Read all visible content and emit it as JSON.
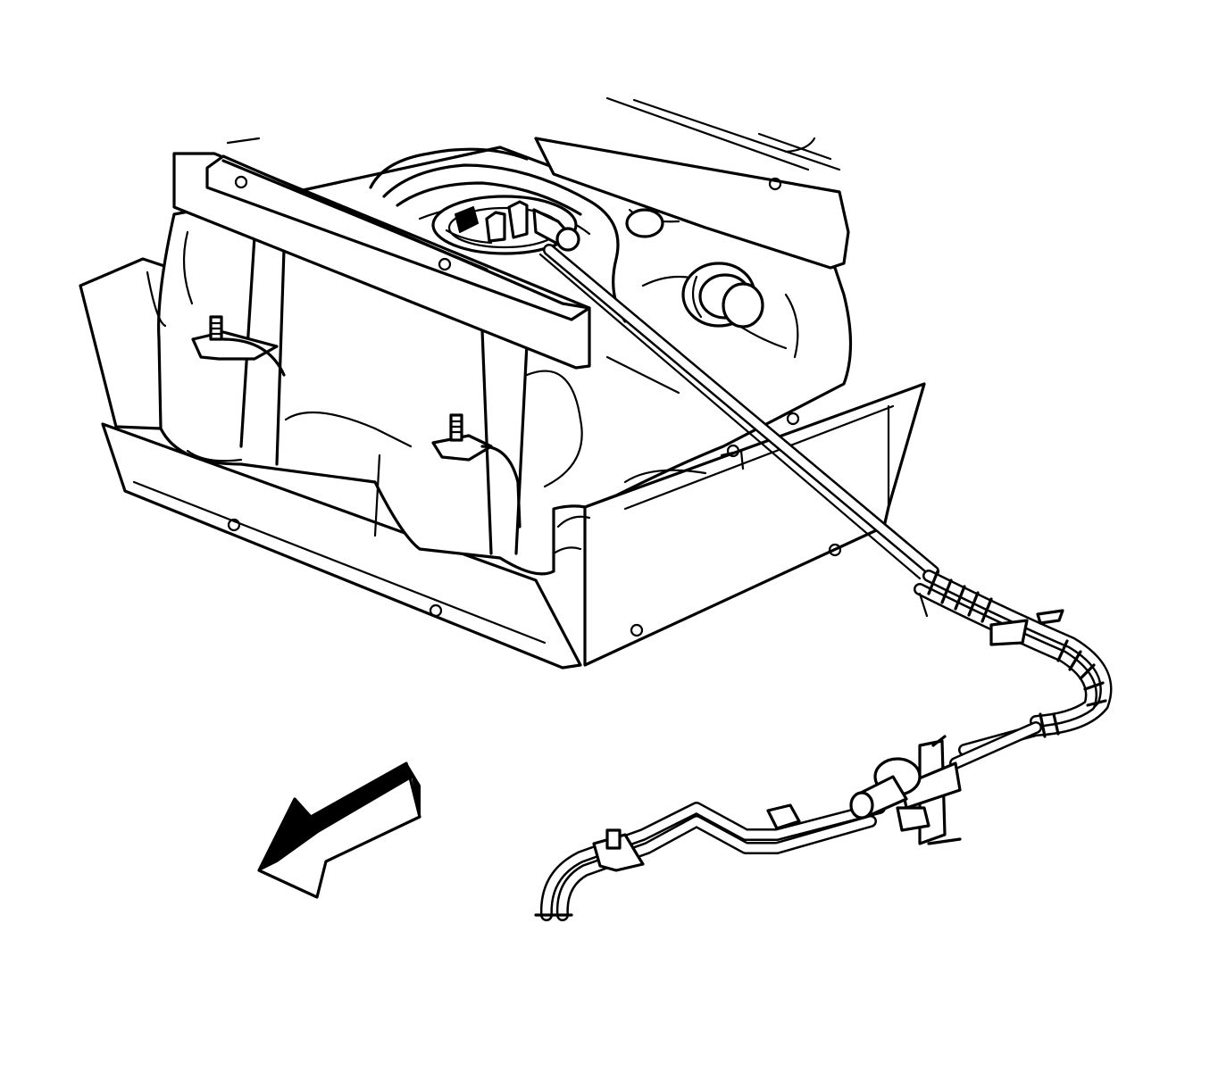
{
  "figure": {
    "background_color": "#ffffff",
    "line_color": "#000000"
  },
  "components": [
    {
      "id": "fuel-tank",
      "icon": "fuel-tank-icon"
    },
    {
      "id": "fuel-tank-shield",
      "icon": "shield-plate-icon"
    },
    {
      "id": "frame-crossmember",
      "icon": "crossmember-icon"
    },
    {
      "id": "fuel-sender-module",
      "icon": "fuel-sender-icon"
    },
    {
      "id": "filler-neck",
      "icon": "filler-neck-icon"
    },
    {
      "id": "mounting-studs",
      "icon": "stud-icon"
    },
    {
      "id": "fuel-lines",
      "icon": "fuel-line-icon"
    },
    {
      "id": "fuel-filter",
      "icon": "fuel-filter-icon"
    },
    {
      "id": "line-bracket",
      "icon": "bracket-icon"
    },
    {
      "id": "direction-arrow",
      "icon": "front-direction-arrow-icon"
    }
  ]
}
